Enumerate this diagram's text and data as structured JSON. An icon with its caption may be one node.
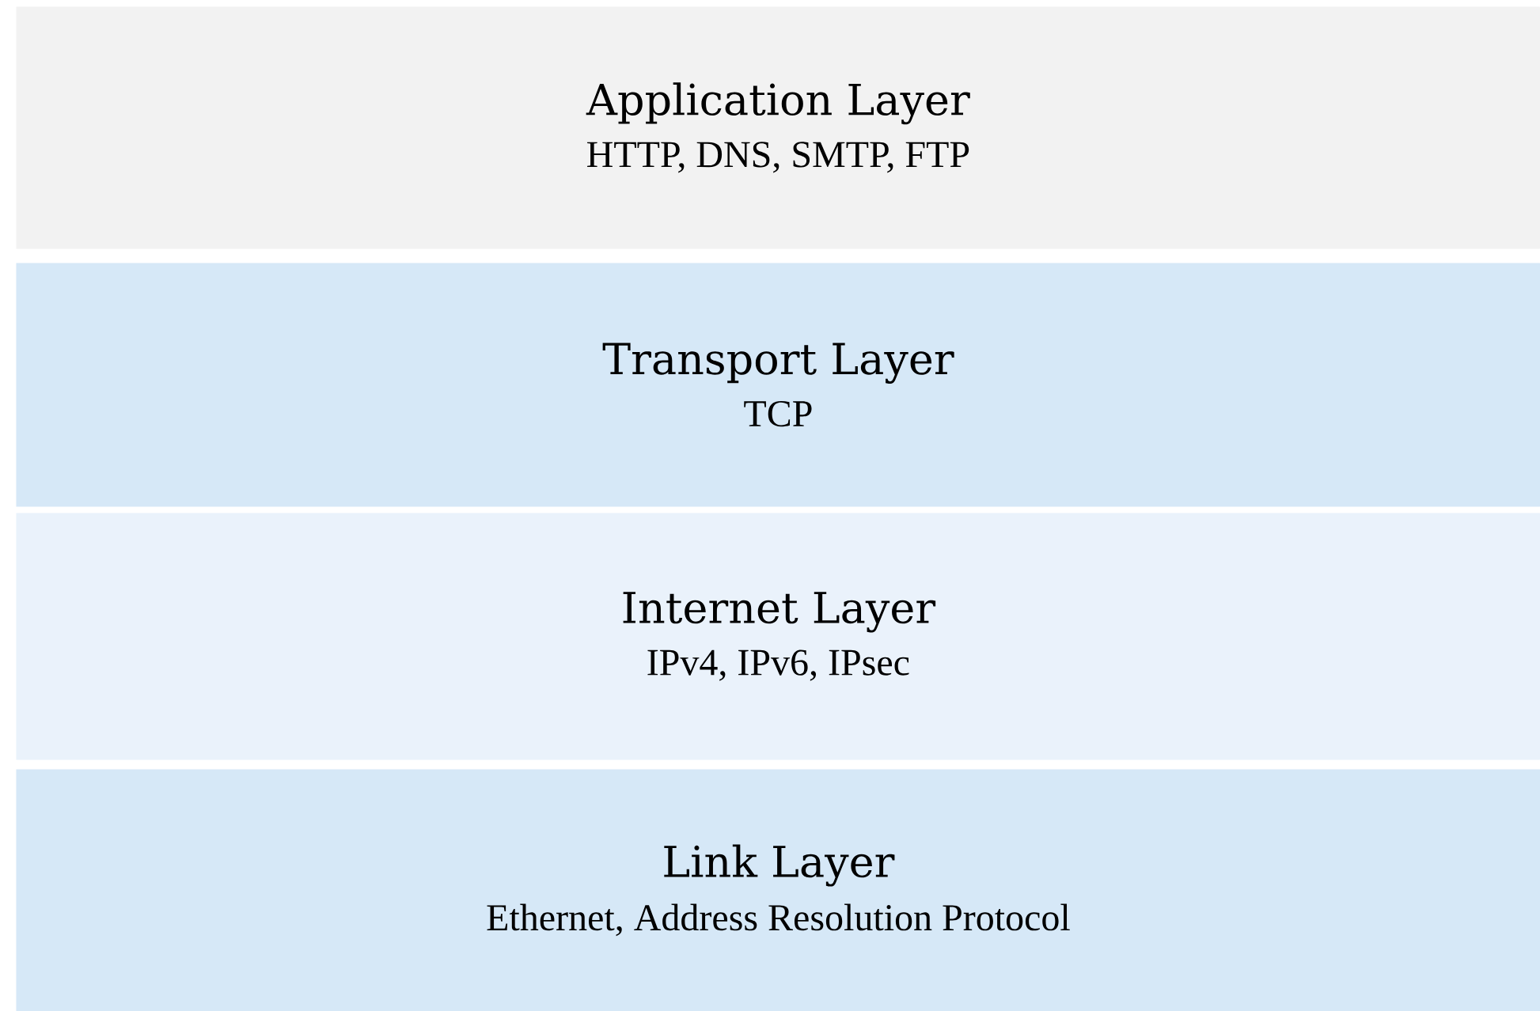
{
  "diagram": {
    "nodes": [
      {
        "text": [
          "Application Layer",
          "HTTP, DNS, SMTP, FTP"
        ]
      },
      {
        "text": [
          "Transport Layer",
          "TCP"
        ]
      },
      {
        "text": [
          "Internet Layer",
          "IPv4, IPv6, IPsec"
        ]
      },
      {
        "text": [
          "Link Layer",
          "Ethernet, Address Resolution Protocol"
        ]
      }
    ]
  }
}
